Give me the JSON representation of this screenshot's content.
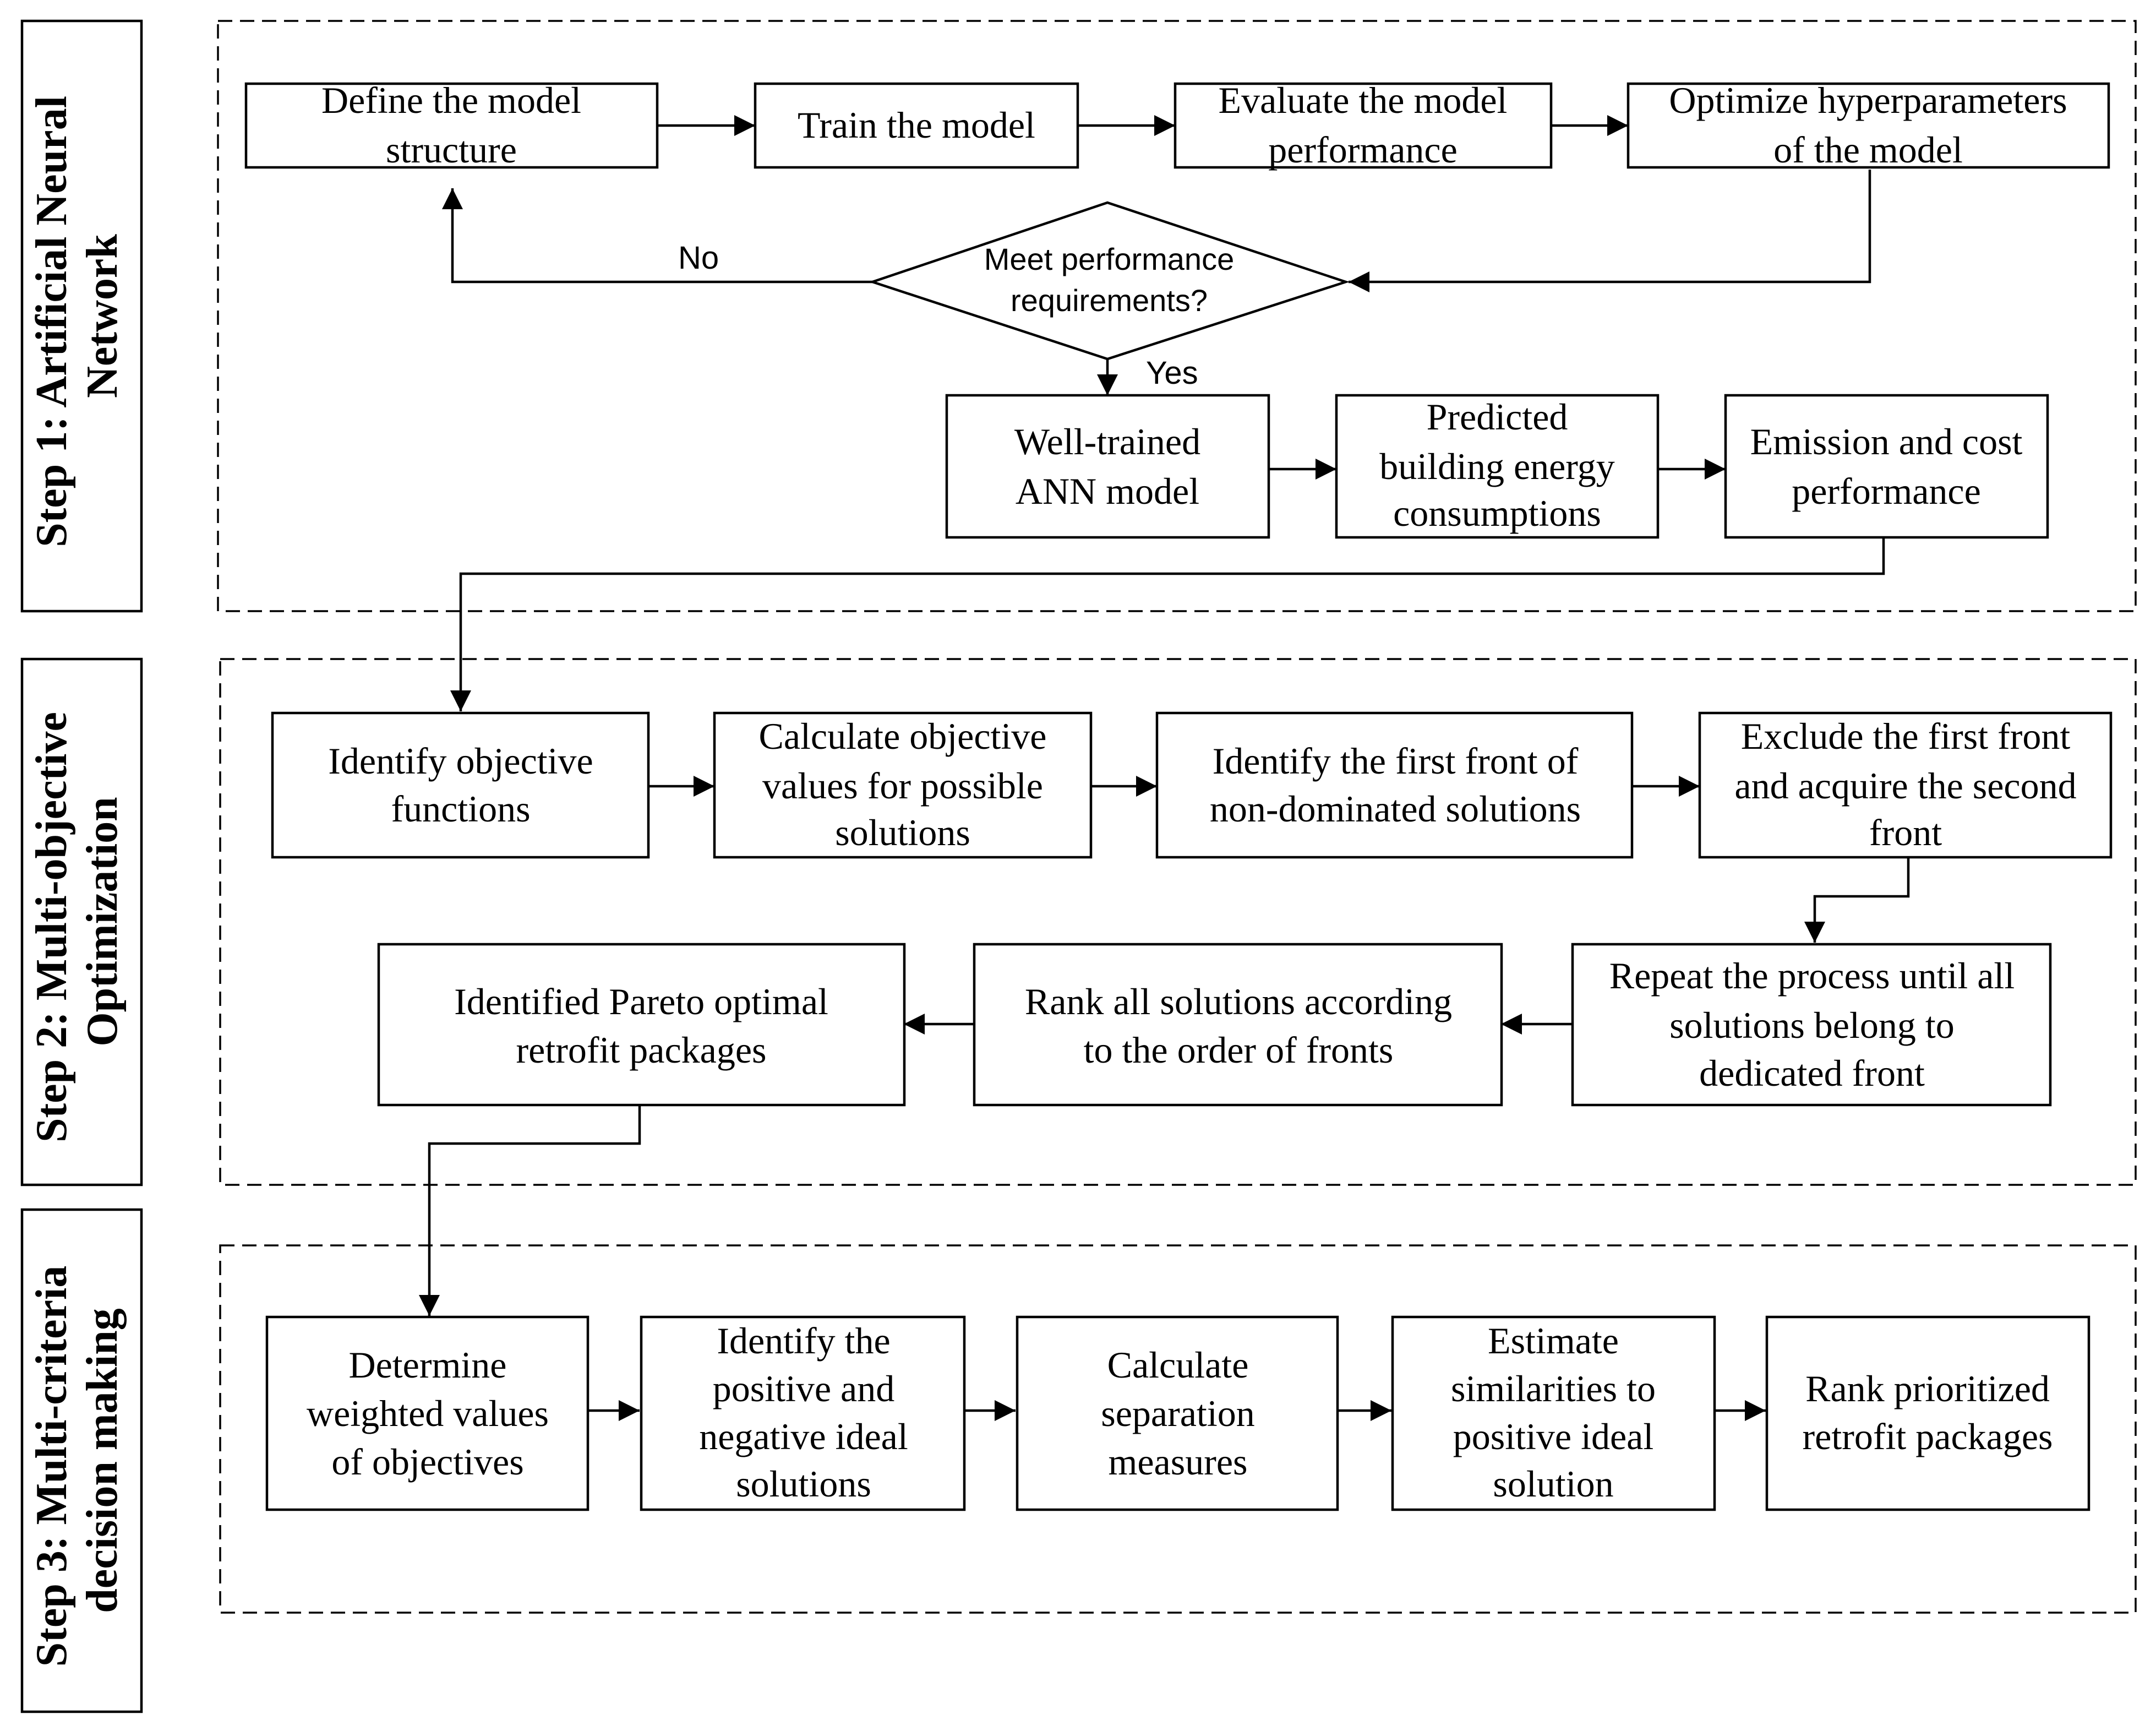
{
  "step1": {
    "label_line1": "Step 1: Artificial Neural",
    "label_line2": "Network",
    "define": [
      "Define the  model",
      "structure"
    ],
    "train": [
      "Train the model"
    ],
    "evaluate": [
      "Evaluate the model",
      "performance"
    ],
    "optimize": [
      "Optimize hyperparameters",
      "of the model"
    ],
    "decision": [
      "Meet performance",
      "requirements?"
    ],
    "no_label": "No",
    "yes_label": "Yes",
    "well_trained": [
      "Well-trained",
      "ANN model"
    ],
    "predicted": [
      "Predicted",
      "building energy",
      "consumptions"
    ],
    "emission": [
      "Emission and cost",
      "performance"
    ]
  },
  "step2": {
    "label_line1": "Step 2: Multi-objective",
    "label_line2": "Optimization",
    "identify_obj": [
      "Identify objective",
      "functions"
    ],
    "calc_obj": [
      "Calculate objective",
      "values for possible",
      "solutions"
    ],
    "first_front": [
      "Identify the first front of",
      "non-dominated solutions"
    ],
    "exclude": [
      "Exclude the first front",
      "and acquire the second",
      "front"
    ],
    "repeat": [
      "Repeat the process until all",
      "solutions belong to",
      "dedicated front"
    ],
    "rank_all": [
      "Rank all solutions according",
      "to the order of fronts"
    ],
    "pareto": [
      "Identified Pareto optimal",
      "retrofit packages"
    ]
  },
  "step3": {
    "label_line1": "Step 3: Multi-criteria",
    "label_line2": "decision making",
    "determine": [
      "Determine",
      "weighted values",
      "of objectives"
    ],
    "ideal": [
      "Identify the",
      "positive and",
      "negative ideal",
      "solutions"
    ],
    "separation": [
      "Calculate",
      "separation",
      "measures"
    ],
    "similarities": [
      "Estimate",
      "similarities to",
      "positive ideal",
      "solution"
    ],
    "rank_prior": [
      "Rank prioritized",
      "retrofit packages"
    ]
  }
}
